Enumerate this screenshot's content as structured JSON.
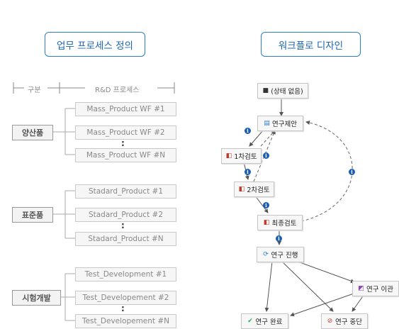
{
  "titles": {
    "left": "업무 프로세스 정의",
    "right": "워크플로 디자인"
  },
  "header": {
    "col1": "구분",
    "col2": "R&D 프로세스"
  },
  "groups": [
    {
      "category": "양산품",
      "items": [
        "Mass_Product WF #1",
        "Mass_Product WF #2",
        "Mass_Product WF #N"
      ]
    },
    {
      "category": "표준품",
      "items": [
        "Stadard_Product #1",
        "Stadard_Product #2",
        "Stadard_Product #N"
      ]
    },
    {
      "category": "시험개발",
      "items": [
        "Test_Development #1",
        "Test_Developement #2",
        "Test_Developement #N"
      ]
    }
  ],
  "ellipsis": ":",
  "workflow": {
    "nodes": {
      "start": "(상태 없음)",
      "proposal": "연구제안",
      "review1": "1차검토",
      "review2": "2차검토",
      "final": "최종검토",
      "progress": "연구 진행",
      "transfer": "연구 이관",
      "complete": "연구 완료",
      "stop": "연구 중단"
    },
    "info_icon": "i"
  }
}
